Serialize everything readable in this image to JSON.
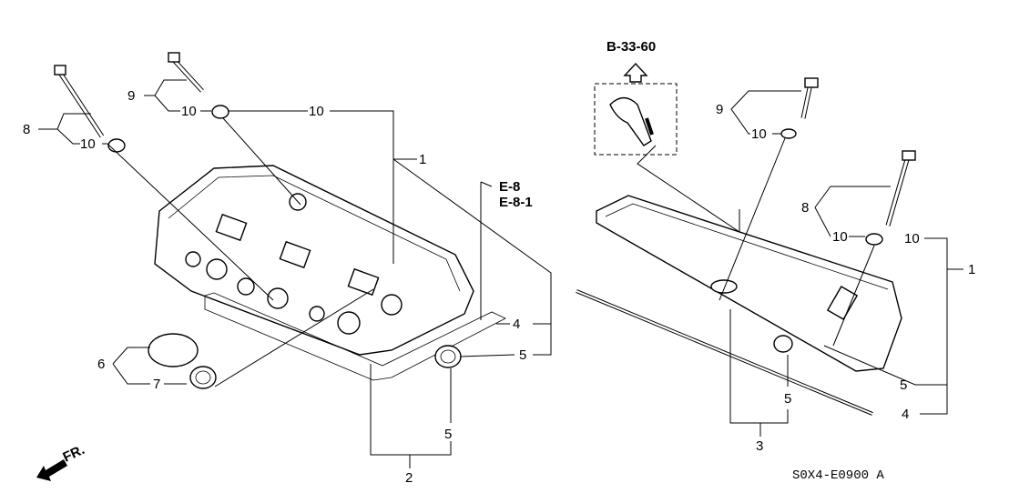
{
  "diagram": {
    "references": {
      "b_ref": "B-33-60",
      "e_ref_1": "E-8",
      "e_ref_2": "E-8-1"
    },
    "callouts_left": {
      "bolt_8": "8",
      "washer_8": "10",
      "bolt_9": "9",
      "washer_9": "10",
      "washer_top": "10",
      "cover": "1",
      "gasket": "4",
      "seal_a": "5",
      "seal_b": "5",
      "cap": "6",
      "cap_seal": "7",
      "assembly": "2"
    },
    "callouts_right": {
      "bolt_9": "9",
      "washer_9": "10",
      "bolt_8": "8",
      "washer_8": "10",
      "washer_right": "10",
      "cover": "1",
      "seal_a": "5",
      "seal_b": "5",
      "gasket": "4",
      "assembly": "3"
    },
    "direction_label": "FR.",
    "diagram_code": "S0X4-E0900 A"
  }
}
